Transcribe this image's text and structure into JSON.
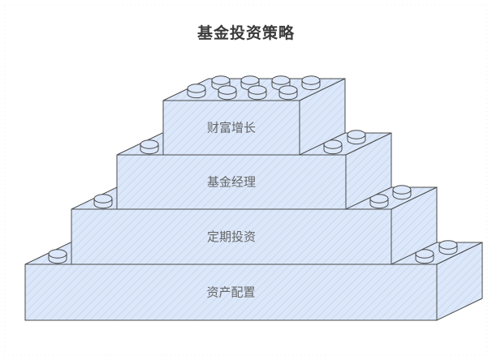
{
  "title": "基金投资策略",
  "colors": {
    "fill": "#dce8fa",
    "stroke": "#4a4a4a",
    "hatch": "#c3d4ee",
    "label": "#666666"
  },
  "tiers": [
    {
      "label": "财富增长"
    },
    {
      "label": "基金经理"
    },
    {
      "label": "定期投资"
    },
    {
      "label": "资产配置"
    }
  ]
}
